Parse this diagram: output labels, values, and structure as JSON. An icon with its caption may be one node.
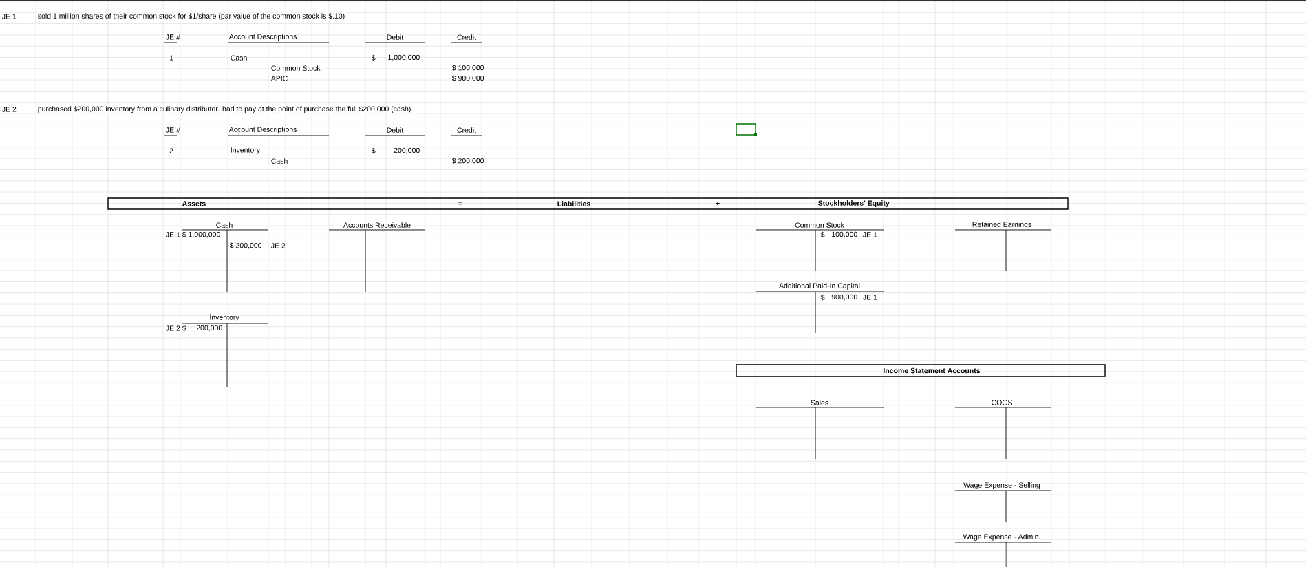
{
  "diagram": {
    "nodes": [
      {
        "text": [
          "Assets",
          "=",
          "Liabilities",
          "+",
          "Stockholders' Equity"
        ]
      },
      {
        "text": [
          "Cash",
          "JE 1",
          "$ 1,000,000",
          "$ 200,000",
          "JE 2"
        ]
      },
      {
        "text": [
          "Accounts Receivable"
        ]
      },
      {
        "text": [
          "Inventory",
          "JE 2",
          "$",
          "200,000"
        ]
      },
      {
        "text": [
          "Common Stock",
          "$",
          "100,000",
          "JE 1"
        ]
      },
      {
        "text": [
          "Retained Earnings"
        ]
      },
      {
        "text": [
          "Additional Paid-In Capital",
          "$",
          "900,000",
          "JE 1"
        ]
      },
      {
        "text": [
          "Income Statement Accounts"
        ]
      },
      {
        "text": [
          "Sales"
        ]
      },
      {
        "text": [
          "COGS"
        ]
      },
      {
        "text": [
          "Wage Expense - Selling"
        ]
      },
      {
        "text": [
          "Wage Expense - Admin."
        ]
      }
    ],
    "labels": [
      "JE 1",
      "sold 1 million shares of their common stock for $1/share (par value of the common stock is $.10)",
      "JE #",
      "Account Descriptions",
      "Debit",
      "Credit",
      "1",
      "Cash",
      "$",
      "1,000,000",
      "Common Stock",
      "$ 100,000",
      "APIC",
      "$ 900,000",
      "JE 2",
      "purchased $200,000 inventory from a culinary distributor. had to pay at the point of purchase the full $200,000 (cash).",
      "JE #",
      "Account Descriptions",
      "Debit",
      "Credit",
      "2",
      "Inventory",
      "$",
      "200,000",
      "Cash",
      "$ 200,000"
    ]
  }
}
